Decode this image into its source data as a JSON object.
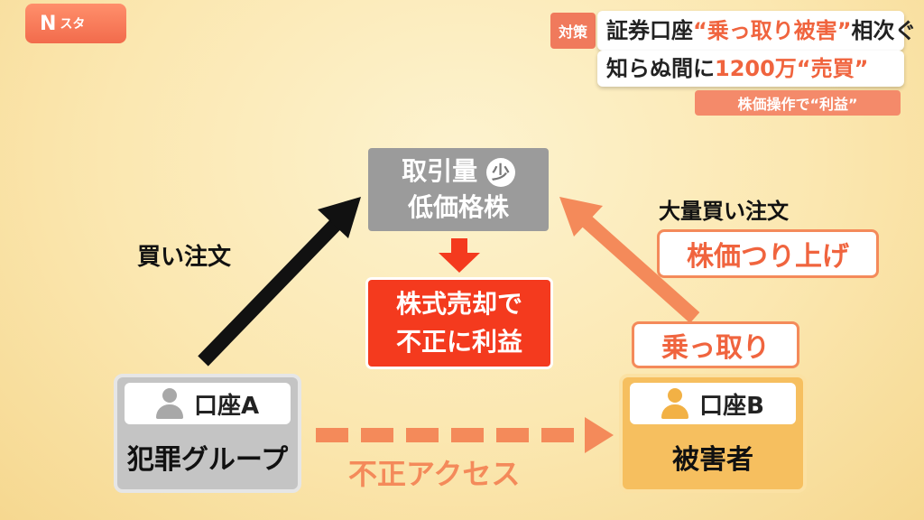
{
  "logo": {
    "text": "N",
    "sub": "スタ"
  },
  "headline": {
    "tag": "対策",
    "line1_a": "証券口座",
    "line1_b": "“乗っ取り被害”",
    "line1_c": "相次ぐ",
    "line2_a": "知らぬ間に",
    "line2_b": "1200万“売買”",
    "sub": "株価操作で“利益”"
  },
  "diagram": {
    "top_box_line1": "取引量",
    "top_box_circle": "少",
    "top_box_line2": "低価格株",
    "result_line1": "株式売却で",
    "result_line2": "不正に利益",
    "buy_order": "買い注文",
    "bulk_buy": "大量買い注文",
    "price_pump": "株価つり上げ",
    "takeover": "乗っ取り",
    "unauthorized_access": "不正アクセス",
    "account_a": {
      "label": "口座A",
      "name": "犯罪グループ"
    },
    "account_b": {
      "label": "口座B",
      "name": "被害者"
    }
  },
  "colors": {
    "accent": "#f0643e",
    "red": "#f43a1e",
    "gray": "#9b9b9b",
    "orange": "#f6bf5f"
  }
}
